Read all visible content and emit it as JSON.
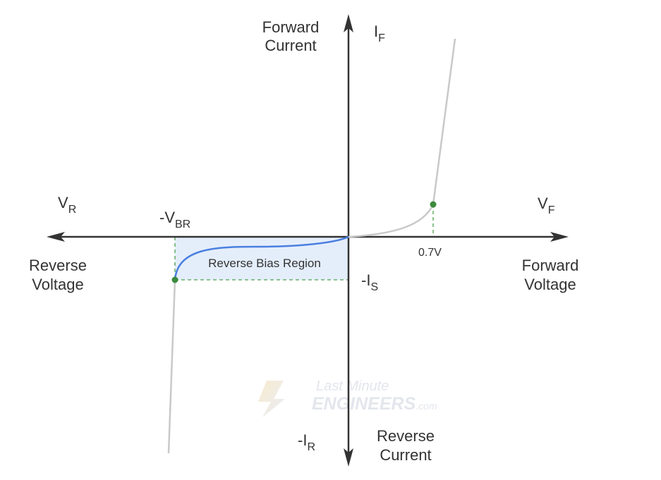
{
  "axes": {
    "forward_current": {
      "line1": "Forward",
      "line2": "Current"
    },
    "forward_current_symbol": {
      "main": "I",
      "sub": "F"
    },
    "reverse_current": {
      "line1": "Reverse",
      "line2": "Current"
    },
    "reverse_current_symbol": {
      "main": "-I",
      "sub": "R"
    },
    "forward_voltage": {
      "line1": "Forward",
      "line2": "Voltage"
    },
    "forward_voltage_symbol": {
      "main": "V",
      "sub": "F"
    },
    "reverse_voltage": {
      "line1": "Reverse",
      "line2": "Voltage"
    },
    "reverse_voltage_symbol": {
      "main": "V",
      "sub": "R"
    }
  },
  "markers": {
    "breakdown_voltage": {
      "main": "-V",
      "sub": "BR"
    },
    "saturation_current": {
      "main": "-I",
      "sub": "S"
    },
    "threshold_voltage": "0.7V"
  },
  "region_label": "Reverse Bias Region",
  "watermark": {
    "line1": "Last Minute",
    "line2": "ENGINEERS",
    "suffix": ".com"
  },
  "colors": {
    "axis": "#333333",
    "forward_curve": "#c9c9c9",
    "reverse_curve": "#4a7fe0",
    "region_fill": "#e4eefb",
    "guide": "#4ea24e",
    "point": "#3c8a3c"
  }
}
